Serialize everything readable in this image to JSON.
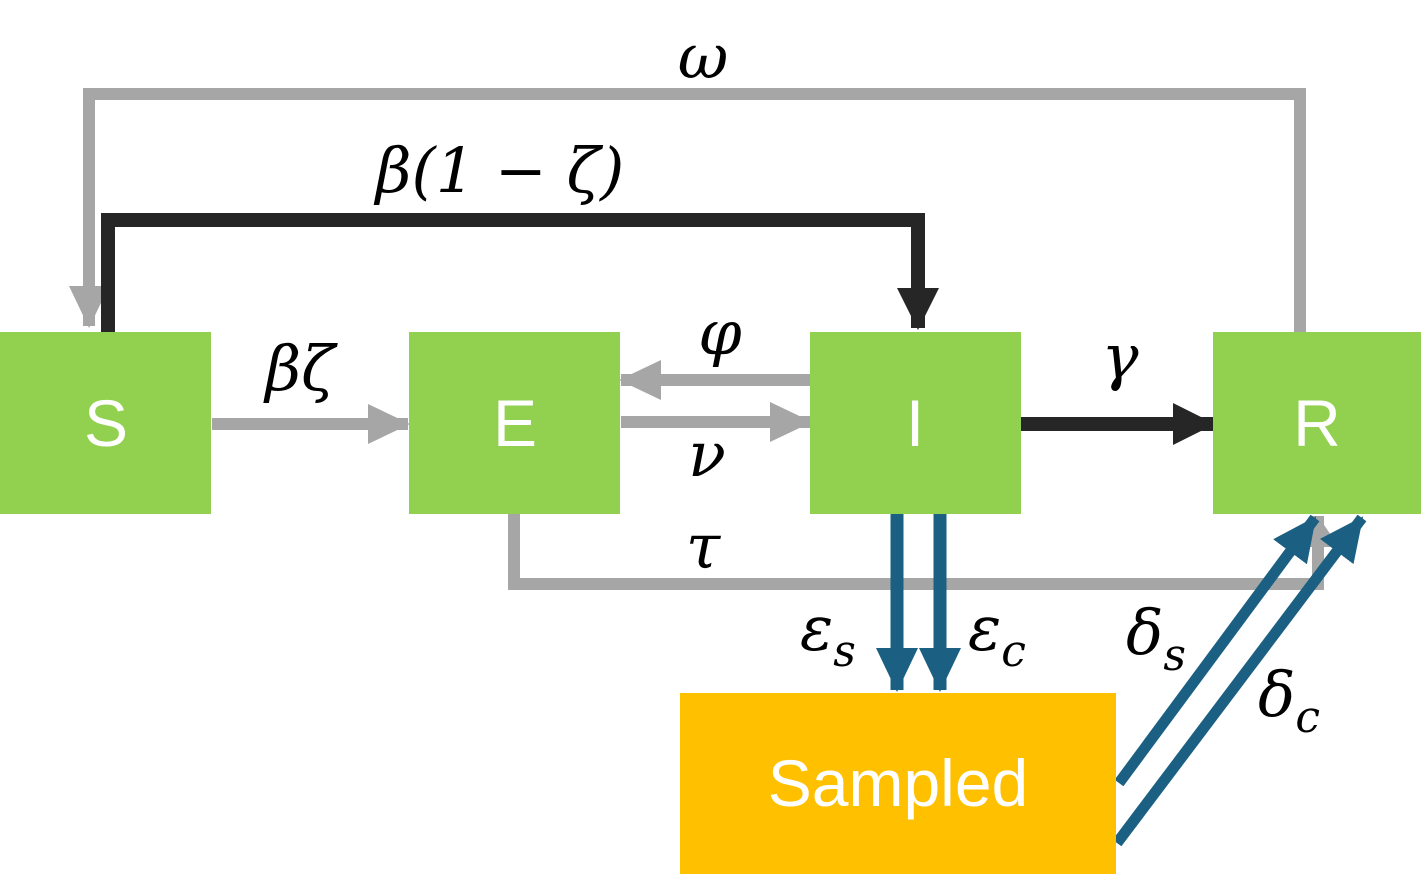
{
  "colors": {
    "compartment": "#92d050",
    "sampled": "#ffc000",
    "gray_flow": "#a6a6a6",
    "black_flow": "#262626",
    "blue_flow": "#1b6082",
    "label_text": "#ffffff"
  },
  "nodes": {
    "s": "S",
    "e": "E",
    "i": "I",
    "r": "R",
    "sampled": "Sampled"
  },
  "rates": {
    "omega": "ω",
    "beta_one_minus_zeta": "β(1 − ζ)",
    "beta_zeta": "βζ",
    "phi": "φ",
    "nu": "ν",
    "gamma": "γ",
    "tau": "τ",
    "epsilon_s": {
      "base": "ε",
      "sub": "s"
    },
    "epsilon_c": {
      "base": "ε",
      "sub": "c"
    },
    "delta_s": {
      "base": "δ",
      "sub": "s"
    },
    "delta_c": {
      "base": "δ",
      "sub": "c"
    }
  }
}
